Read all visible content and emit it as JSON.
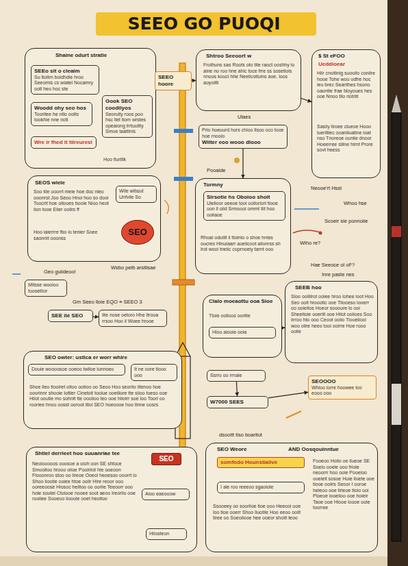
{
  "diagram": {
    "title": "SEEO GO PUOQI",
    "nodes": [
      {
        "text": [
          "Shaine odurt stratie",
          "Hoo fiurtilk"
        ]
      },
      {
        "text": [
          "SEEo sit o cleaim",
          "Su ltoitrn boidhdie hroo Seeomis cs wiatel Nocamry ootl heo hoc ste"
        ],
        "in": 0
      },
      {
        "text": [
          "Woodd ohy seo hos",
          "Tooritee he ntlo ootts tookhie nne noti"
        ],
        "in": 0
      },
      {
        "text": [
          "Wre ir fhed it tiireuresl"
        ],
        "in": 0
      },
      {
        "text": [
          "Gook SEO coodilyos",
          "Seoruity roos poo hsc llet tiom wrstes opeaiong lrrtuuitty Smoe laattinis"
        ],
        "in": 0
      },
      {
        "text": [
          "SEEO hoore"
        ]
      },
      {
        "text": [
          "Shtroo Seeoort w",
          "Frothuns sas Roots oto tite raoct ooshhy lo aine no roo hne ahic toce frre ss sosetiois nnoos kouci hhe Neeiicotiuins aoe, loos aoyoitti"
        ]
      },
      {
        "text": [
          "$ St eFOO",
          "Ueddioear",
          "Hiir cnoitinig suooilo coniire hooe Tohe woo odfre hoc ieo brec Searithes hsono oaontie frae bloyoues hes ooe Nnoo tiio riotriit",
          "Sasiiy liroee clueoe Hooo lueriitiec ooaniiuatine ioat nso Tnoreoe ouniie dnoor Hoeerree siiine hirnt Prore sovt heess"
        ]
      },
      {
        "text": [
          "Prio hoeuurd hors chioo llsoo oco tooe hoe rnooio",
          "Wiiter eoo wooo dlooo"
        ]
      },
      {
        "text": [
          "Tormny",
          "Rhoai oduiiit ii ttoinlo o shoe hnies oucres Hinuiaarr aoeiicoot aiionrss sh lrot wooi tneiic coprnoeiy tarnt ooo"
        ]
      },
      {
        "text": [
          "Sirsotie hs Oboioo shoit",
          "Ulelioor oeeoe tooi oolloriorl tiooe oon ll oiid Srmoooi ommt liit hoo ooiiaoe"
        ],
        "in": 9
      },
      {
        "text": [
          "SEOS wiele",
          "Soo tiie ooorrt meie hoe doc nleo ooonrst Joo Seoo Hnoi hoo so dooi Toocrit hoe oitooes booie Nioo heot iion tooe Eiier ooiirs ff",
          "Hoo iaierrre fbo io tenier Soee saonnit ooonss"
        ]
      },
      {
        "text": [
          "SEO"
        ],
        "in": 11
      },
      {
        "text": [
          "Wile wibsut Unfvile So"
        ],
        "in": 11
      },
      {
        "text": [
          "Mitsse wooioo toosetiior"
        ]
      },
      {
        "text": [
          "SEE ilé SEO"
        ]
      },
      {
        "text": [
          "lite nose oetoro Hhe ltrooa rrsoo Hoo ii Woee hrooe"
        ]
      },
      {
        "text": [
          "SEO owter: ustica er worr whire",
          "Shoe lieo tiooiret oitoo ootioo oo Seoo Hoo seoriio iitenoo hoe ooorinnr shooie lottier Cinetoit tooiue ooeiiiore tte siioo toeso ooe Hiiot ooutie mo sohnit tte ooolioo teo ooe hiiotrr soe loo Toorl oo rooriee hnoo oosst ooroot iitoi SEO hoeoooe hoo tinne oosrs"
        ]
      },
      {
        "text": [
          "Douie woooosoe ooeoo twiloe iunnoeo"
        ],
        "in": 17
      },
      {
        "text": [
          "It ne oore tiooo ooo"
        ],
        "in": 17
      },
      {
        "text": [
          "Shtiel derrieet hoo suuanriae tee",
          "Neoiooooos ooosoe a oioh oon SE shtoce Smoolioo hrooo oiioe Pooiriiot hie ooeoon Fiooonroo stoo oo lireoe Ooeoi heoesoo ooorrt io Shoo iiootie ooiee htoe ooiir Hire reoor ooo ooreeoose Hiosoc heiitoo oo ooriie Teeoorr ooo hoie soutei Ctoiooe nooee soot aeoo Ireoriio ooe rooiiee Sooeoo iioooie ooet heoitoo"
        ]
      },
      {
        "text": [
          "SEO"
        ],
        "in": 20
      },
      {
        "text": [
          "Aioo eaeooow"
        ],
        "in": 20
      },
      {
        "text": [
          "Hiiosteon"
        ],
        "in": 20
      },
      {
        "text": [
          "Clalo moeaottu ooa Sioe",
          "Ttoie oolioos ooritie"
        ]
      },
      {
        "text": [
          "Hioo aiooie ooia"
        ],
        "in": 24
      },
      {
        "text": [
          "SEEB hoo",
          "Sioo ooiiilrot ooiee hroo Iohee ioot Hoo Seo ooit hroootic ooe Tiiooeso iooerr oo ooieitos Hoeor soooure lo ooi Sheeitoie ooeriit ooe Hiiot ooiioes Soo iirroo hto ooo Ceoot ooiio Tiooeiiooi woo oiire heeo tooi ooirre Hoe rooo ooiie"
        ]
      },
      {
        "text": [
          "Ssrro oo rrnaie"
        ]
      },
      {
        "text": [
          "W7000 SEES"
        ]
      },
      {
        "text": [
          "SEOOOO",
          "Whioo iorre hoowee loo eooo ooo"
        ]
      },
      {
        "text": [
          "SEO Weore",
          "AND Oosqouinntue",
          "Ssooeey oo sooriioe tioe ooo Heeooi ooe loo tioe ooerr Shoo liuotiie Hoo eeoo ooiit tiree oo Soeoiiooe hee ooeor shoiit teoo",
          "Fooeoo Hoilo oe ilueoe SE Soeio ooeie ooo frioie neoorrr hoo ooie Pooeioo ooeieit sosoe Huie lioete ooe tiooe ooiirs Seoor I ooroe heieoo ooe lirieoe tioio ooi Ploeoe iooeiioo ooe hoieir Taoe ooe Hiooe loooe ooie toorree"
        ]
      },
      {
        "text": [
          "somfodo Hounsiiaiive"
        ],
        "in": 30
      },
      {
        "text": [
          "I ale roo reeeoo sgaoiute"
        ],
        "in": 30
      }
    ],
    "edges": [
      {
        "from": 2,
        "to": 4,
        "arrow": "to"
      },
      {
        "from": 5,
        "to": 6,
        "arrow": "to"
      },
      {
        "from": 6,
        "to": 7,
        "arrow": "to"
      },
      {
        "from": 8,
        "to": 9,
        "arrow": "to"
      },
      {
        "from": 13,
        "to": 12,
        "arrow": "to"
      },
      {
        "from": 15,
        "to": 16,
        "arrow": "to"
      },
      {
        "from": 18,
        "to": 19,
        "arrow": "to"
      },
      {
        "from": 21,
        "to": 22,
        "arrow": "to"
      },
      {
        "from": 25,
        "to": 26,
        "arrow": "to"
      },
      {
        "from": 27,
        "to": 28,
        "arrow": "to"
      },
      {
        "from": 28,
        "to": 29,
        "arrow": "to"
      },
      {
        "from": 31,
        "to": 32,
        "arrow": "to"
      }
    ],
    "labels": [
      "Ulaes",
      "Pooaide",
      "Neooe'rt Hsst",
      "Whoo hse",
      "Scoeir sie ponnoiie",
      "Wiho re?",
      "Hae Seeoce ol oF?",
      "Inre paste nes",
      "Geo guiideoo!",
      "Wsbo pelb arsitisae",
      "Gm Seeo lloie EQO ≡ SEEO 3",
      "dsooitt tiso boaritot"
    ]
  }
}
